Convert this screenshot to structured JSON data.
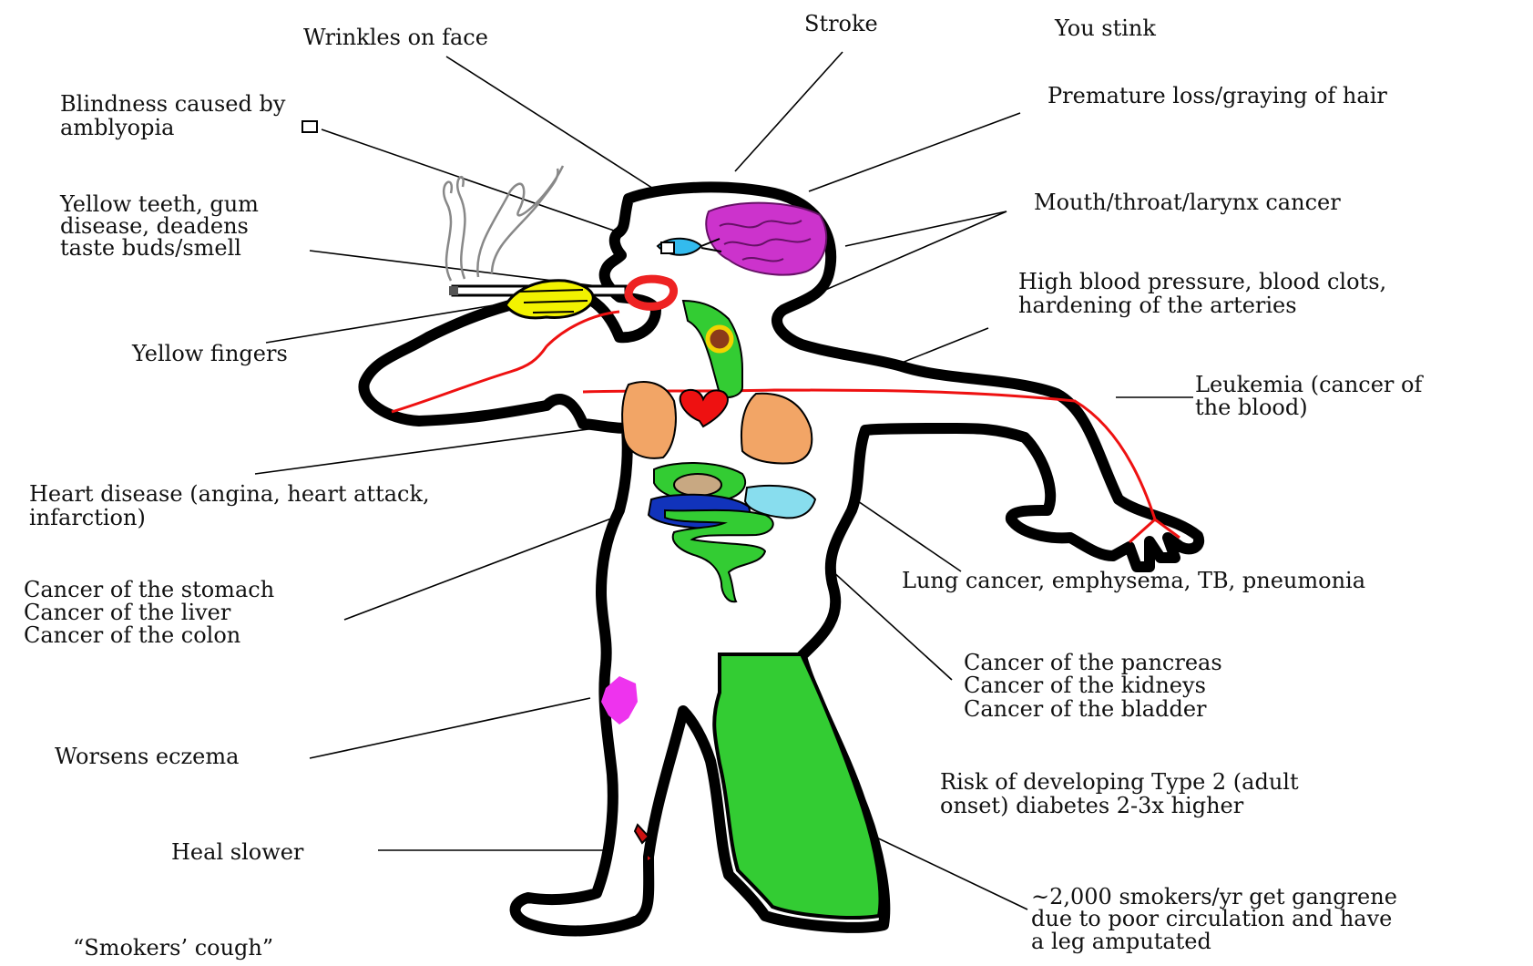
{
  "labels": {
    "wrinkles": "Wrinkles on face",
    "stroke": "Stroke",
    "stink": "You stink",
    "hair": "Premature loss/graying of hair",
    "blindness_1": "Blindness caused by",
    "blindness_2": "amblyopia",
    "mouth_cancer": "Mouth/throat/larynx cancer",
    "teeth_1": "Yellow teeth, gum",
    "teeth_2": "disease, deadens",
    "teeth_3": "taste buds/smell",
    "blood_pressure_1": "High blood pressure, blood clots,",
    "blood_pressure_2": "hardening of the arteries",
    "fingers": "Yellow fingers",
    "leukemia_1": "Leukemia (cancer of",
    "leukemia_2": "the blood)",
    "heart_1": "Heart disease (angina, heart attack,",
    "heart_2": "infarction)",
    "lung": "Lung cancer, emphysema, TB, pneumonia",
    "gi_1": "Cancer of the stomach",
    "gi_2": "Cancer of the liver",
    "gi_3": "Cancer of the colon",
    "organs_1": "Cancer of the pancreas",
    "organs_2": "Cancer of the kidneys",
    "organs_3": "Cancer of the bladder",
    "eczema": "Worsens eczema",
    "diabetes_1": "Risk of developing Type 2 (adult",
    "diabetes_2": "onset) diabetes 2-3x higher",
    "heal": "Heal slower",
    "gangrene_1": "~2,000 smokers/yr get gangrene",
    "gangrene_2": "due to poor circulation and have",
    "gangrene_3": "a leg amputated",
    "cough": "“Smokers’ cough”"
  },
  "colors": {
    "outline": "#000000",
    "brain": "#cc33cc",
    "airway": "#33cc33",
    "lungs": "#f2a566",
    "heart": "#ee1111",
    "artery": "#ee1111",
    "cigarette_hand": "#f2f200",
    "liver": "#1133bb",
    "pancreas": "#88ddee",
    "stomach": "#c8a882",
    "gangrene_leg": "#33cc33",
    "eczema": "#ee33ee",
    "eye": "#33bbee"
  }
}
